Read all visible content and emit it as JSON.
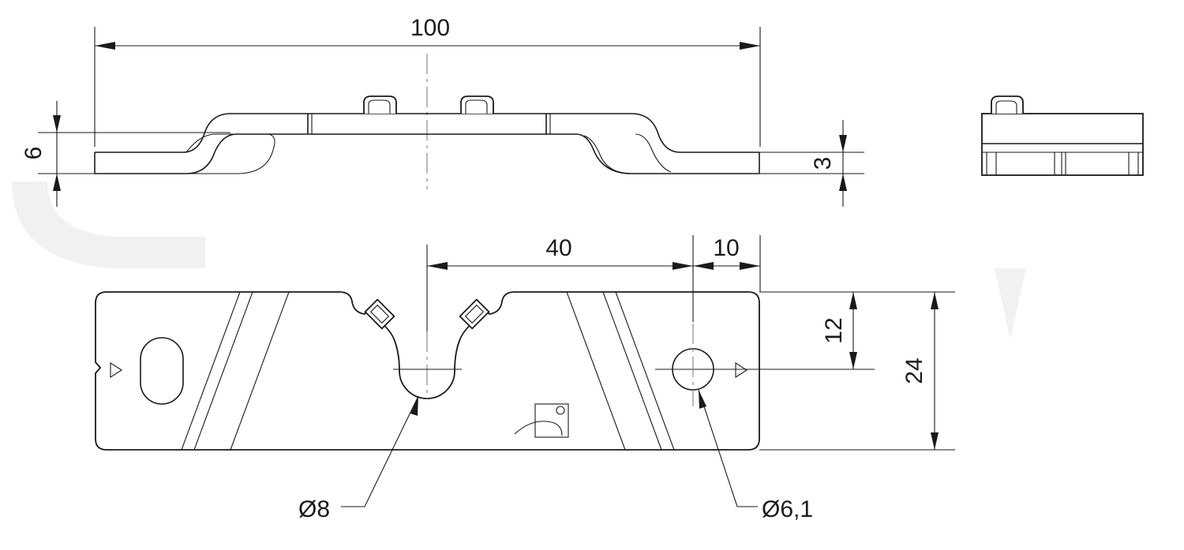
{
  "drawing": {
    "dimensions": {
      "overall_length": "100",
      "slot_offset": "40",
      "hole_offset": "10",
      "height_step": "6",
      "thickness": "3",
      "half_width": "12",
      "full_width": "24",
      "slot_diameter": "Ø8",
      "hole_diameter": "Ø6,1"
    }
  }
}
